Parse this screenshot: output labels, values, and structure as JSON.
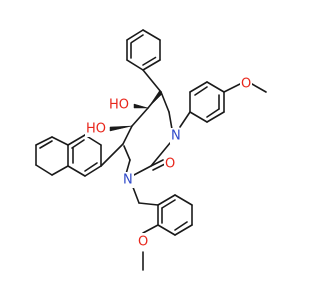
{
  "structure": {
    "colors": {
      "carbon_bond": "#1a1a1a",
      "oxygen": "#e8261b",
      "nitrogen": "#2f49c9",
      "background": "#ffffff"
    },
    "atom_labels": {
      "oh_upper": "HO",
      "oh_lower": "HO",
      "n_upper": "N",
      "n_lower": "N",
      "carbonyl_o": "O",
      "ome_upper_o": "O",
      "ome_lower_o": "O"
    }
  }
}
